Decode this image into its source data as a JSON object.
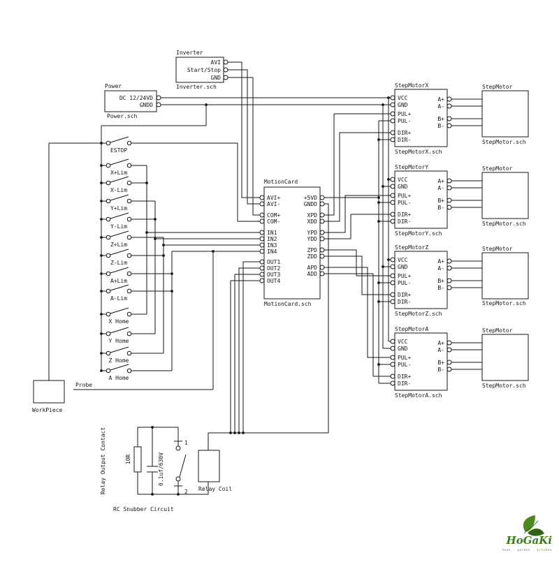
{
  "colors": {
    "wire": "#151515",
    "logo_green": "#3c7d15",
    "logo_dark_green": "#2f6312",
    "background": "#ffffff"
  },
  "inverter": {
    "title": "Inverter",
    "sch": "Inverter.sch",
    "pins": [
      "AVI",
      "Start/Stop",
      "GND"
    ]
  },
  "power": {
    "title": "Power",
    "sch": "Power.sch",
    "pins": [
      "DC 12/24VD",
      "GNDD"
    ]
  },
  "switches": [
    "ESTOP",
    "X+Lim",
    "X-Lim",
    "Y+Lim",
    "Y-Lim",
    "Z+Lim",
    "Z-Lim",
    "A+Lim",
    "A-Lim",
    "X Home",
    "Y Home",
    "Z Home",
    "A Home"
  ],
  "motion_card": {
    "title": "MotionCard",
    "sch": "MotionCard.sch",
    "left_pins": [
      "AVI+",
      "AVI-",
      "COM+",
      "COM-",
      "IN1",
      "IN2",
      "IN3",
      "IN4",
      "OUT1",
      "OUT2",
      "OUT3",
      "OUT4"
    ],
    "right_pins": [
      "+5VD",
      "GNDD",
      "XPD",
      "XDD",
      "YPD",
      "YDD",
      "ZPD",
      "ZDD",
      "APD",
      "ADD"
    ]
  },
  "drivers": [
    {
      "title": "StepMotorX",
      "sch": "StepMotorX.sch"
    },
    {
      "title": "StepMotorY",
      "sch": "StepMotorY.sch"
    },
    {
      "title": "StepMotorZ",
      "sch": "StepMotorZ.sch"
    },
    {
      "title": "StepMotorA",
      "sch": "StepMotorA.sch"
    }
  ],
  "driver_pins_left": [
    "VCC",
    "GND",
    "PUL+",
    "PUL-",
    "DIR+",
    "DIR-"
  ],
  "driver_pins_right": [
    "A+",
    "A-",
    "B+",
    "B-"
  ],
  "motor": {
    "title": "StepMotor",
    "sch": "StepMotor.sch"
  },
  "labels": {
    "workpiece": "WorkPiece",
    "probe": "Probe",
    "relay_coil": "Relay Coil",
    "rc_snubber": "RC Snubber Circuit",
    "relay_output_contact": "Relay Output Contact",
    "resistor": "10R",
    "capacitor": "0.1uf/630V",
    "terminal_1": "1",
    "terminal_2": "2"
  },
  "logo": {
    "name": "HoGaKi",
    "tagline": "home · garden · kitchen"
  }
}
